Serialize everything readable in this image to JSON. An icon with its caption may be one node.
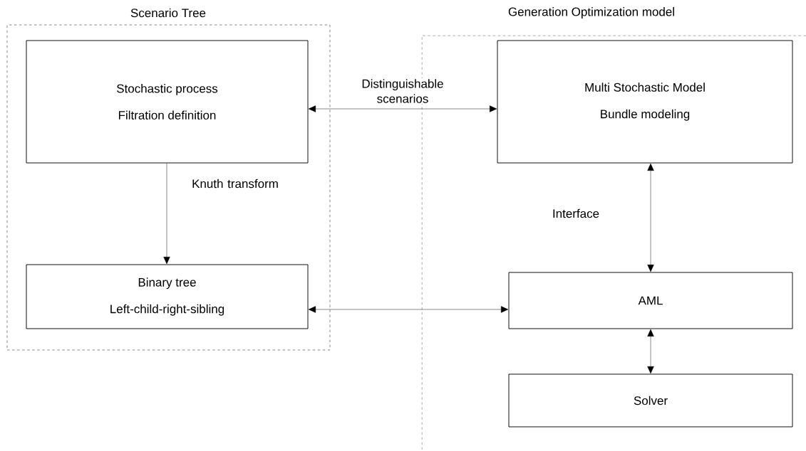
{
  "diagram": {
    "nodes": [
      {
        "text": [
          "Scenario Tree"
        ]
      },
      {
        "text": [
          "Stochastic process",
          "Filtration definition"
        ],
        "in": 0
      },
      {
        "text": [
          "Binary tree",
          "Left-child-right-sibling"
        ],
        "in": 0
      },
      {
        "text": [
          "Generation Optimization model"
        ]
      },
      {
        "text": [
          "Multi Stochastic Model",
          "Bundle modeling"
        ],
        "in": 3
      },
      {
        "text": [
          "AML"
        ],
        "in": 3
      },
      {
        "text": [
          "Solver"
        ],
        "in": 3
      }
    ],
    "edges": [
      {
        "from": 1,
        "to": 4,
        "arrow": "both",
        "label": "Distinguishable scenarios"
      },
      {
        "from": 1,
        "to": 2,
        "arrow": "to",
        "label": "Knuth transform"
      },
      {
        "from": 2,
        "to": 5,
        "arrow": "both"
      },
      {
        "from": 4,
        "to": 5,
        "arrow": "both",
        "label": "Interface"
      },
      {
        "from": 5,
        "to": 6,
        "arrow": "both"
      }
    ]
  }
}
